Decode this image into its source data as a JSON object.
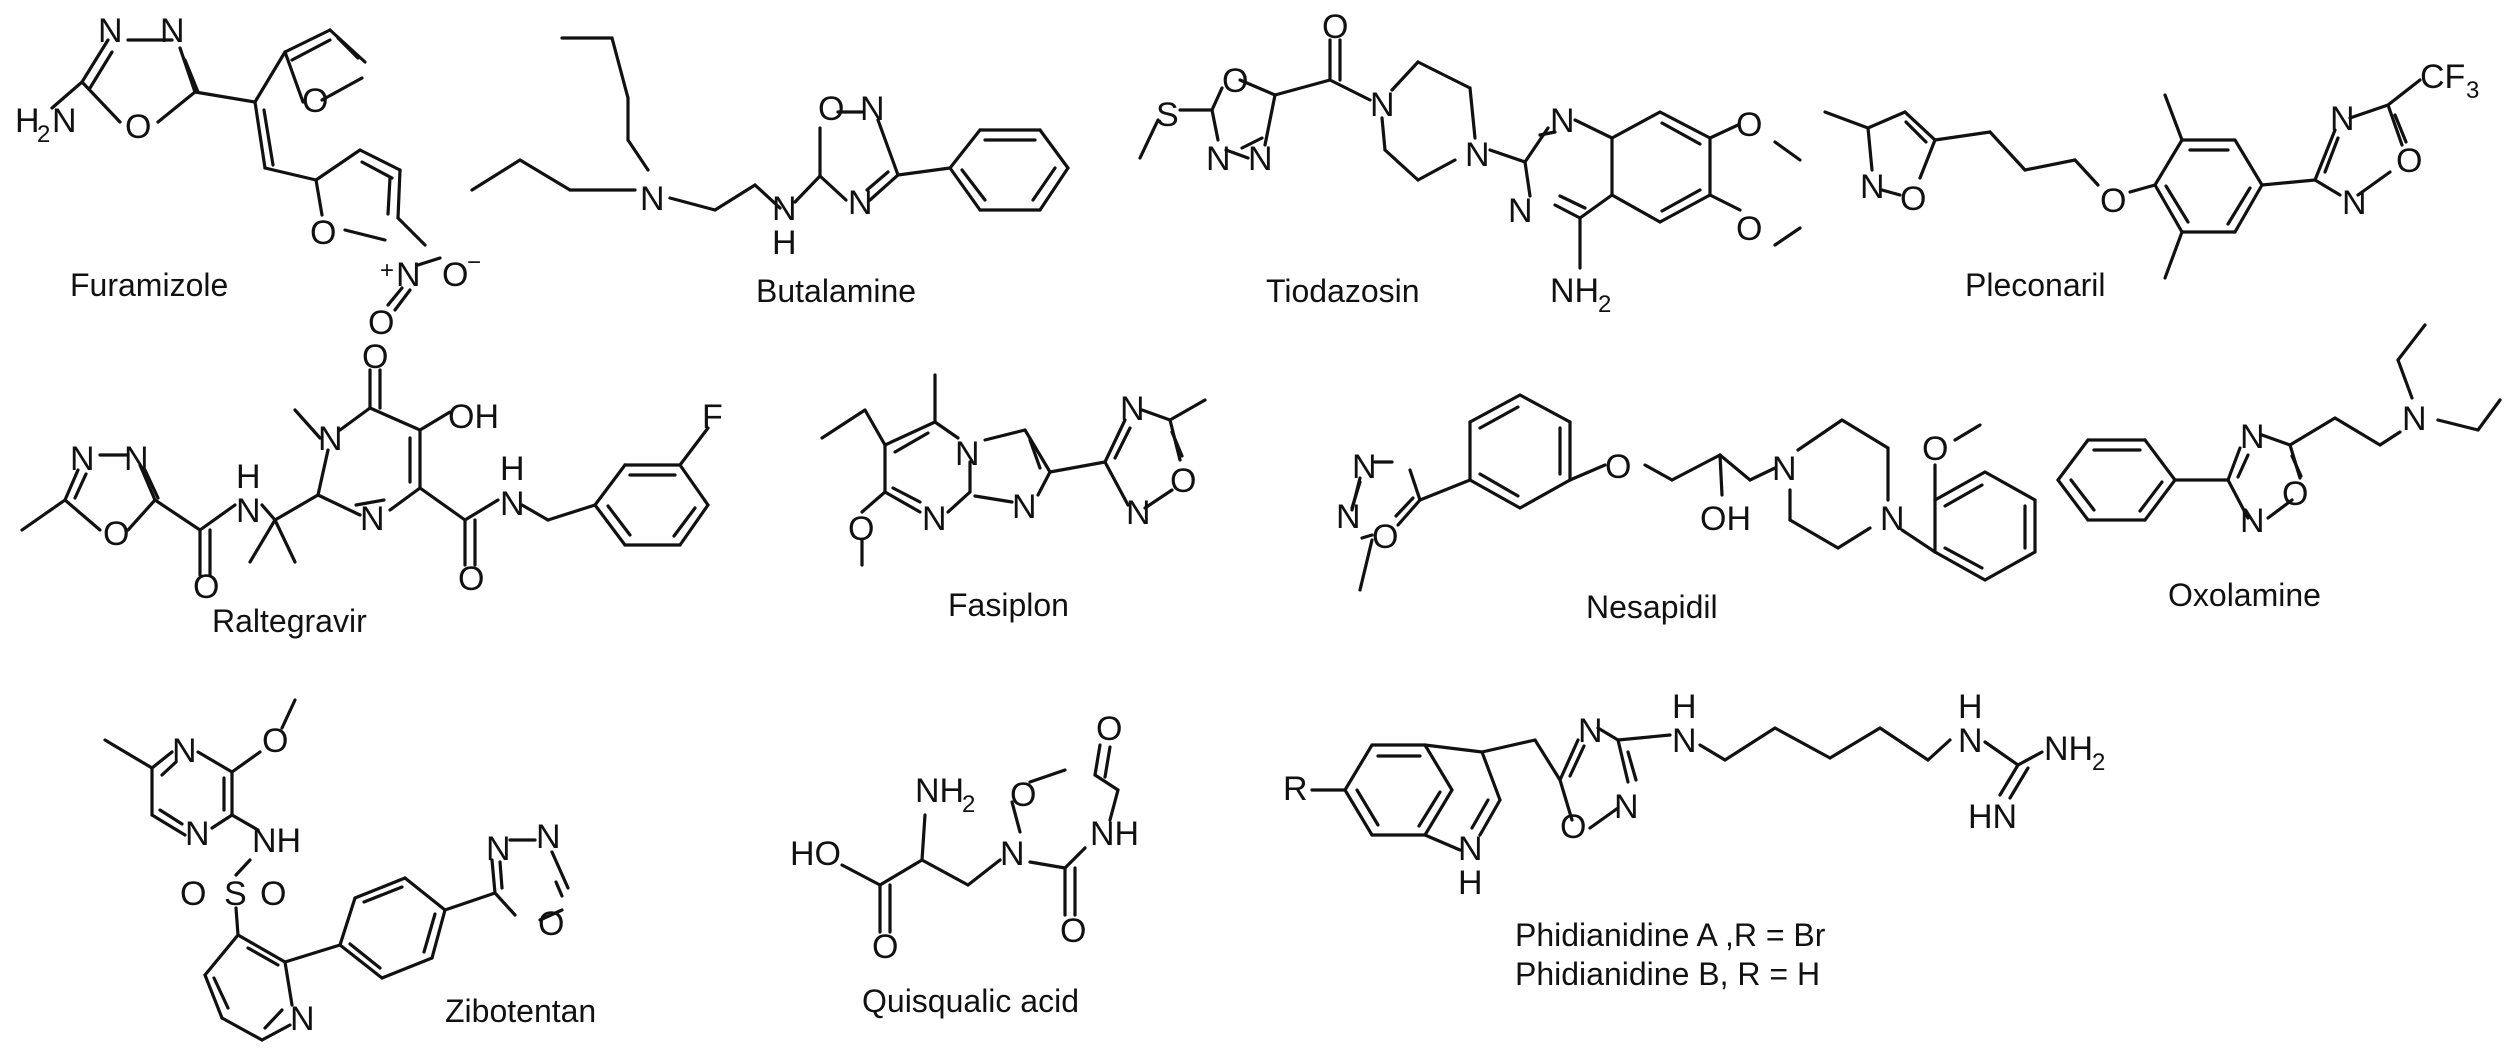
{
  "compounds": [
    {
      "name": "Furamizole",
      "atoms": {
        "n1": "N",
        "n2": "N",
        "o_ring": "O",
        "h2n": "H",
        "h2n_sub": "2",
        "h2n_n": "N",
        "o_furan1": "O",
        "o_furan2": "O",
        "plus": "+",
        "n_nitro": "N",
        "o_minus": "O",
        "minus": "−",
        "o_double": "O"
      }
    },
    {
      "name": "Butalamine",
      "atoms": {
        "n_amine": "N",
        "o": "O",
        "n_top": "N",
        "n_low": "N",
        "nh_n": "N",
        "nh_h": "H"
      }
    },
    {
      "name": "Tiodazosin",
      "atoms": {
        "s": "S",
        "o_ring": "O",
        "n1": "N",
        "n2": "N",
        "o_carbonyl": "O",
        "n_pip1": "N",
        "n_pip2": "N",
        "n_q1": "N",
        "n_q2": "N",
        "o_me1": "O",
        "o_me2": "O",
        "nh2_n": "NH",
        "nh2_sub": "2"
      }
    },
    {
      "name": "Pleconaril",
      "atoms": {
        "n_isox": "N",
        "o_isox": "O",
        "o_ether": "O",
        "n_top": "N",
        "o_ring": "O",
        "n_low": "N",
        "cf": "CF",
        "cf_sub": "3"
      }
    },
    {
      "name": "Raltegravir",
      "atoms": {
        "n1": "N",
        "n2": "N",
        "o_ring": "O",
        "o_amide1": "O",
        "nh1_h": "H",
        "nh1_n": "N",
        "n_methyl": "N",
        "o_top": "O",
        "oh": "OH",
        "n_pyr": "N",
        "o_amide2": "O",
        "nh2_h": "H",
        "nh2_n": "N",
        "f": "F"
      }
    },
    {
      "name": "Fasiplon",
      "atoms": {
        "n_bridge": "N",
        "n_pyr": "N",
        "n_imid": "N",
        "o_me": "O",
        "n_ox1": "N",
        "n_ox2": "N",
        "o_ox": "O"
      }
    },
    {
      "name": "Nesapidil",
      "atoms": {
        "n1": "N",
        "n2": "N",
        "o_ring": "O",
        "o_ether": "O",
        "oh": "OH",
        "n_pip1": "N",
        "n_pip2": "N",
        "o_me": "O"
      }
    },
    {
      "name": "Oxolamine",
      "atoms": {
        "n_top": "N",
        "n_low": "N",
        "o_ring": "O",
        "n_amine": "N"
      }
    },
    {
      "name": "Zibotentan",
      "atoms": {
        "n_pz1": "N",
        "n_pz2": "N",
        "o_me": "O",
        "nh": "NH",
        "o1": "O",
        "s": "S",
        "o2": "O",
        "n_py": "N",
        "n_ox1": "N",
        "n_ox2": "N",
        "o_ox": "O"
      }
    },
    {
      "name": "Quisqualic acid",
      "atoms": {
        "nh2": "NH",
        "nh2_sub": "2",
        "ho": "HO",
        "o_acid": "O",
        "n_ring": "N",
        "o_ring": "O",
        "o_top": "O",
        "nh": "NH",
        "o_bottom": "O"
      }
    },
    {
      "name": "Phidianidine",
      "labels": [
        "Phidianidine A ,R = Br",
        "Phidianidine B, R = H"
      ],
      "atoms": {
        "r": "R",
        "nh_indole_n": "N",
        "nh_indole_h": "H",
        "n_ox1": "N",
        "o_ox": "O",
        "n_ox2": "N",
        "nh_link_h": "H",
        "nh_link_n": "N",
        "nh_gu_h": "H",
        "nh_gu_n": "N",
        "nh2_gu": "NH",
        "nh2_gu_sub": "2",
        "hn_gu": "HN"
      }
    }
  ]
}
